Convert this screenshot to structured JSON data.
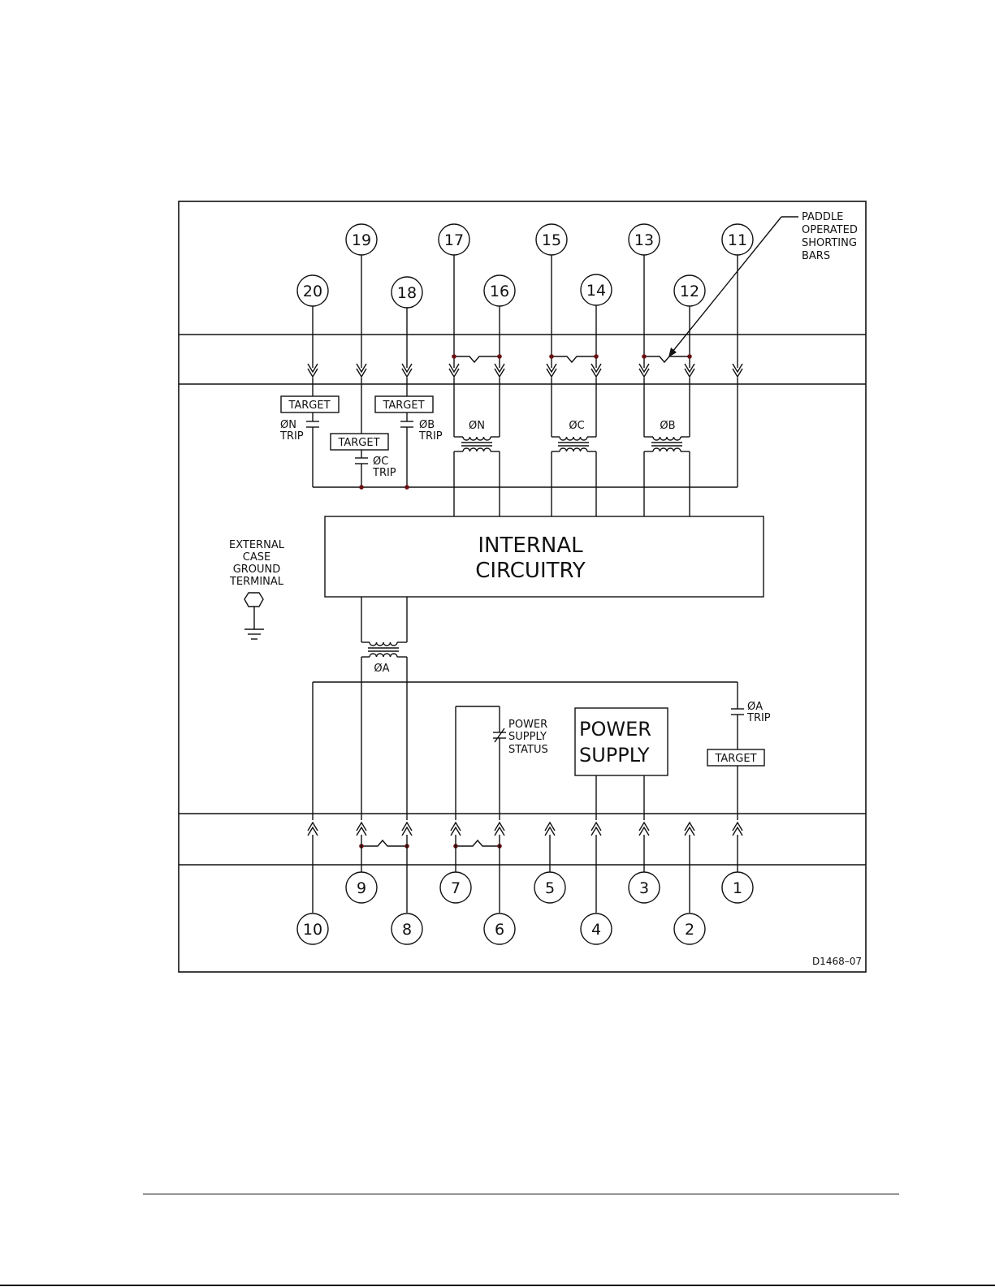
{
  "terminals_top": [
    "20",
    "19",
    "18",
    "17",
    "16",
    "15",
    "14",
    "13",
    "12",
    "11"
  ],
  "terminals_bottom": [
    "10",
    "9",
    "8",
    "7",
    "6",
    "5",
    "4",
    "3",
    "2",
    "1"
  ],
  "targets": [
    "TARGET",
    "TARGET",
    "TARGET",
    "TARGET"
  ],
  "contacts": {
    "n_trip": [
      "ØN",
      "TRIP"
    ],
    "c_trip": [
      "ØC",
      "TRIP"
    ],
    "b_trip": [
      "ØB",
      "TRIP"
    ],
    "a_trip": [
      "ØA",
      "TRIP"
    ]
  },
  "transformers": [
    "ØN",
    "ØC",
    "ØB",
    "ØA"
  ],
  "internal_circuitry": [
    "INTERNAL",
    "CIRCUITRY"
  ],
  "ground_terminal": [
    "EXTERNAL",
    "CASE",
    "GROUND",
    "TERMINAL"
  ],
  "shorting_bars": [
    "PADDLE",
    "OPERATED",
    "SHORTING",
    "BARS"
  ],
  "power_supply": [
    "POWER",
    "SUPPLY"
  ],
  "power_supply_status": [
    "POWER",
    "SUPPLY",
    "STATUS"
  ],
  "drawing_number": "D1468–07"
}
